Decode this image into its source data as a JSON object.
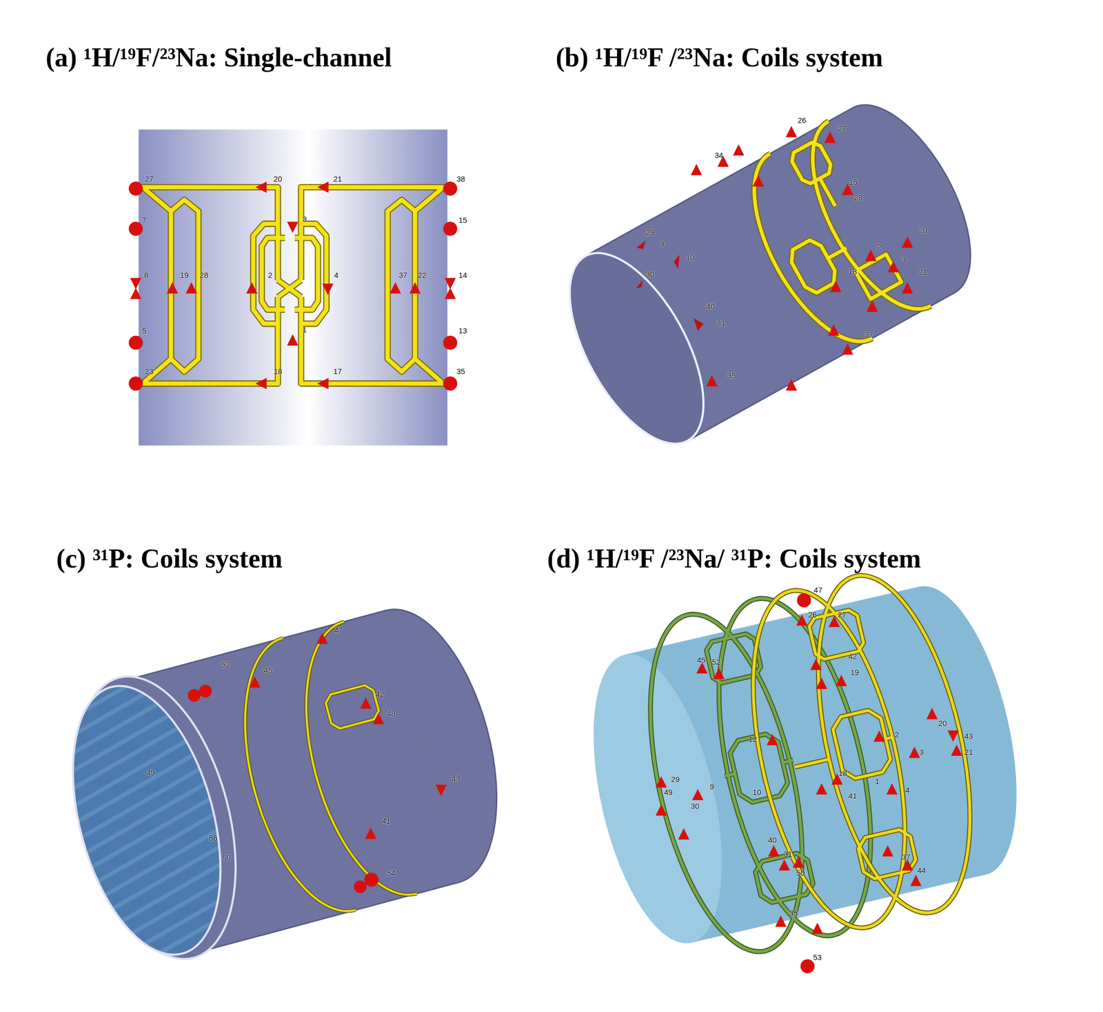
{
  "diagram": {
    "labels": [
      "(a) ¹H/¹⁹F/²³Na: Single-channel",
      "(b) ¹H/¹⁹F /²³Na: Coils system",
      "(c) ³¹P: Coils system",
      "(d) ¹H/¹⁹F /²³Na/ ³¹P: Coils system",
      "27",
      "20",
      "21",
      "38",
      "7",
      "3",
      "15",
      "8",
      "19",
      "28",
      "2",
      "4",
      "37",
      "22",
      "14",
      "5",
      "1",
      "13",
      "23",
      "18",
      "17",
      "35",
      "26",
      "27",
      "34",
      "15",
      "28",
      "29",
      "9",
      "10",
      "30",
      "20",
      "2",
      "3",
      "18",
      "21",
      "40",
      "31",
      "37",
      "35",
      "47",
      "52",
      "45",
      "42",
      "48",
      "43",
      "41",
      "49",
      "56",
      "50",
      "54",
      "47",
      "26",
      "27",
      "45",
      "52",
      "42",
      "19",
      "20",
      "43",
      "12",
      "2",
      "3",
      "21",
      "29",
      "9",
      "18",
      "1",
      "4",
      "49",
      "10",
      "30",
      "41",
      "40",
      "31",
      "50",
      "37",
      "44",
      "35",
      "53"
    ]
  }
}
